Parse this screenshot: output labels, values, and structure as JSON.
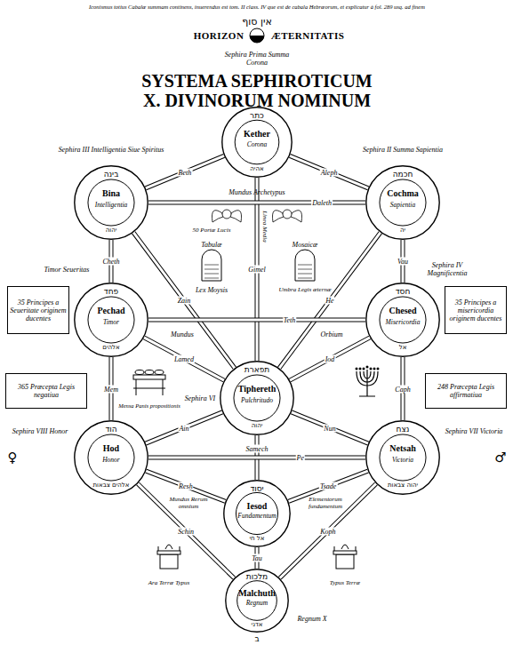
{
  "diagram": {
    "title": "SYSTEMA SEPHIROTICUM X. DIVINORUM NOMINUM",
    "nodes": [
      {
        "text": [
          "Sephira Prima Summa Corona",
          "Kether",
          "Corona",
          "כתר",
          "אהיה"
        ]
      },
      {
        "text": [
          "Sephira III Intelligentia Siue Spiritus",
          "Bina",
          "Intelligentia",
          "בינה",
          "יהוה"
        ]
      },
      {
        "text": [
          "Sephira II Summa Sapientia",
          "Cochma",
          "Sapientia",
          "חכמה",
          "יה"
        ]
      },
      {
        "text": [
          "35 Principes a Seueritate originem ducentes"
        ]
      },
      {
        "text": [
          "Timor Seueritas",
          "Pechad",
          "Timor",
          "פחד",
          "אלהים"
        ]
      },
      {
        "text": [
          "Sephira IV Magnificentia",
          "Chesed",
          "Misericordia",
          "חסד",
          "אל"
        ]
      },
      {
        "text": [
          "35 Principes a misericordia originem ducentes"
        ]
      },
      {
        "text": [
          "365 Præcepta Legis negatiua"
        ]
      },
      {
        "text": [
          "Sephira VI",
          "Tiphereth",
          "Pulchritudo",
          "תפארת",
          "יהוה"
        ]
      },
      {
        "text": [
          "248 Præcepta Legis affirmatiua"
        ]
      },
      {
        "text": [
          "Sephira VIII Honor",
          "Hod",
          "Honor",
          "הוד",
          "אלהים צבאות"
        ]
      },
      {
        "text": [
          "Sephira VII Victoria",
          "Netsah",
          "Victoria",
          "נצח",
          "יהוה צבאות"
        ]
      },
      {
        "text": [
          "Iesod",
          "Fundamentum",
          "יסוד",
          "אל חי"
        ]
      },
      {
        "text": [
          "Regnum X",
          "Malchuth",
          "Regnum",
          "מלכות",
          "אדני"
        ]
      }
    ],
    "edges": [
      {
        "from": 0,
        "to": 2,
        "arrow": "none",
        "label": "Aleph"
      },
      {
        "from": 0,
        "to": 1,
        "arrow": "none",
        "label": "Beth"
      },
      {
        "from": 0,
        "to": 8,
        "arrow": "none",
        "label": "Gimel"
      },
      {
        "from": 2,
        "to": 1,
        "arrow": "none",
        "label": "Daleth"
      },
      {
        "from": 2,
        "to": 8,
        "arrow": "none",
        "label": "He"
      },
      {
        "from": 2,
        "to": 5,
        "arrow": "none",
        "label": "Vau"
      },
      {
        "from": 1,
        "to": 8,
        "arrow": "none",
        "label": "Zain"
      },
      {
        "from": 1,
        "to": 4,
        "arrow": "none",
        "label": "Cheth"
      },
      {
        "from": 5,
        "to": 4,
        "arrow": "none",
        "label": "Teth"
      },
      {
        "from": 5,
        "to": 8,
        "arrow": "none",
        "label": "Iod"
      },
      {
        "from": 5,
        "to": 11,
        "arrow": "none",
        "label": "Caph"
      },
      {
        "from": 4,
        "to": 8,
        "arrow": "none",
        "label": "Lamed"
      },
      {
        "from": 4,
        "to": 10,
        "arrow": "none",
        "label": "Mem"
      },
      {
        "from": 8,
        "to": 11,
        "arrow": "none",
        "label": "Nun"
      },
      {
        "from": 8,
        "to": 12,
        "arrow": "none",
        "label": "Samech"
      },
      {
        "from": 8,
        "to": 10,
        "arrow": "none",
        "label": "Ain"
      },
      {
        "from": 11,
        "to": 10,
        "arrow": "none",
        "label": "Pe"
      },
      {
        "from": 11,
        "to": 12,
        "arrow": "none",
        "label": "Tsade"
      },
      {
        "from": 11,
        "to": 13,
        "arrow": "none",
        "label": "Koph"
      },
      {
        "from": 10,
        "to": 12,
        "arrow": "none",
        "label": "Resh"
      },
      {
        "from": 10,
        "to": 13,
        "arrow": "none",
        "label": "Schin"
      },
      {
        "from": 12,
        "to": 13,
        "arrow": "none",
        "label": "Tau"
      }
    ],
    "labels": [
      "Iconismus totius Cabalæ summam continens, inuerendus est tom. II class. IV que est de cabala Hebræorum, et explicatur à fol. 289 usq. ad finem",
      "אין סוף",
      "HORIZON",
      "ÆTERNITATIS",
      "Mundus Archetypus",
      "50 Portæ Lucis",
      "Tabulæ",
      "Mosaicæ",
      "Lex Moysis",
      "Umbra Legis æternæ",
      "Linea Media",
      "Mundus",
      "Orbium",
      "Mensa Panis propositionis",
      "Mundus Rerum omnium",
      "Elementorum fundamentum",
      "Ara Terræ Typus",
      "Typus Terræ",
      "♀",
      "♂",
      "ב"
    ]
  }
}
